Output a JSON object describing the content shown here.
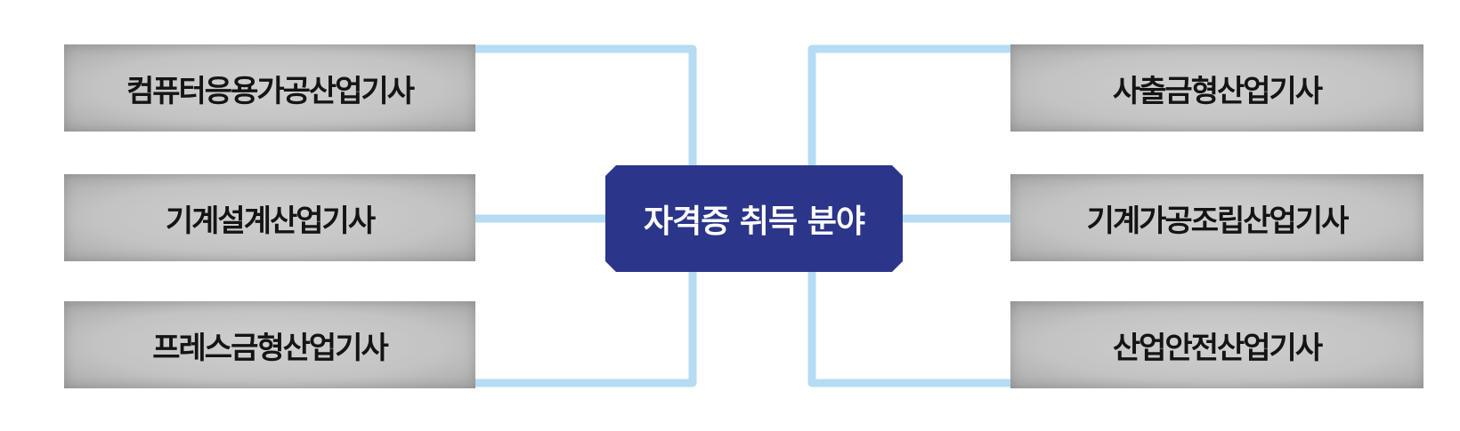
{
  "diagram": {
    "center_label": "자격증 취득 분야",
    "left_items": [
      "컴퓨터응용가공산업기사",
      "기계설계산업기사",
      "프레스금형산업기사"
    ],
    "right_items": [
      "사출금형산업기사",
      "기계가공조립산업기사",
      "산업안전산업기사"
    ],
    "colors": {
      "center_fill": "#2b3589",
      "connector": "#b5dcf3",
      "box_fill": "#c4c4c4"
    }
  }
}
